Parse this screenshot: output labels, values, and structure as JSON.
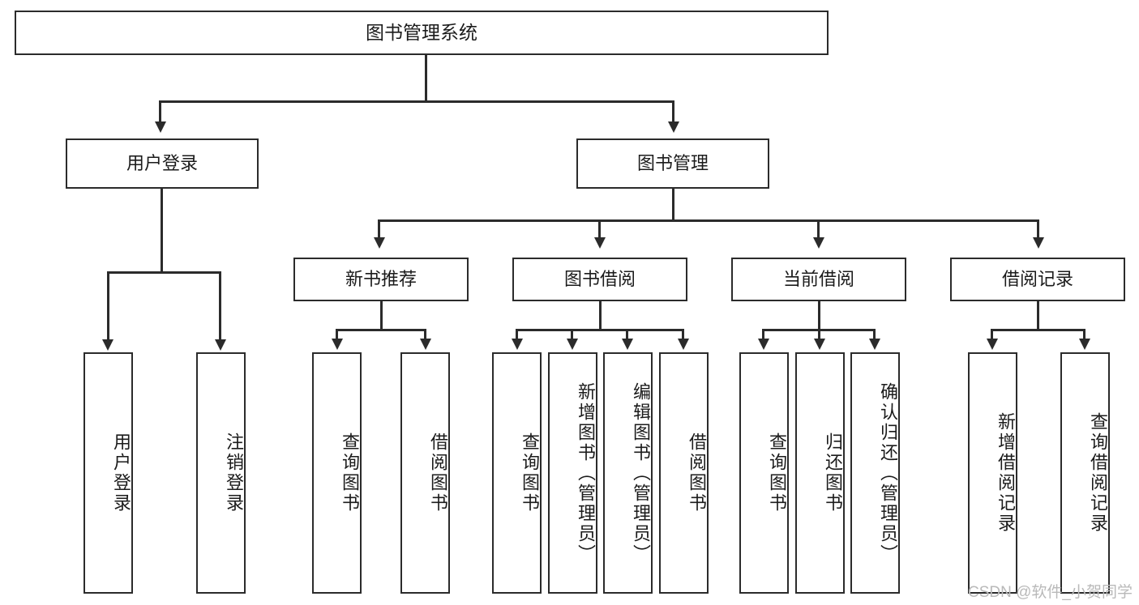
{
  "diagram": {
    "title": "图书管理系统",
    "root": {
      "label": "图书管理系统"
    },
    "level2": [
      {
        "label": "用户登录"
      },
      {
        "label": "图书管理"
      }
    ],
    "level3": [
      {
        "label": "新书推荐"
      },
      {
        "label": "图书借阅"
      },
      {
        "label": "当前借阅"
      },
      {
        "label": "借阅记录"
      }
    ],
    "leaves": {
      "user_login": [
        {
          "label": "用户登录"
        },
        {
          "label": "注销登录"
        }
      ],
      "new_book_recommend": [
        {
          "label": "查询图书"
        },
        {
          "label": "借阅图书"
        }
      ],
      "book_borrow": [
        {
          "label": "查询图书"
        },
        {
          "label": "新增图书（管理员）"
        },
        {
          "label": "编辑图书（管理员）"
        },
        {
          "label": "借阅图书"
        }
      ],
      "current_borrow": [
        {
          "label": "查询图书"
        },
        {
          "label": "归还图书"
        },
        {
          "label": "确认归还（管理员）"
        }
      ],
      "borrow_record": [
        {
          "label": "新增借阅记录"
        },
        {
          "label": "查询借阅记录"
        }
      ]
    }
  },
  "watermark": {
    "text": "CSDN @软件_小贺同学"
  },
  "colors": {
    "stroke": "#2b2b2b",
    "box_fill": "#ffffff",
    "text": "#1b1b1b",
    "watermark": "#b9b9b9"
  }
}
